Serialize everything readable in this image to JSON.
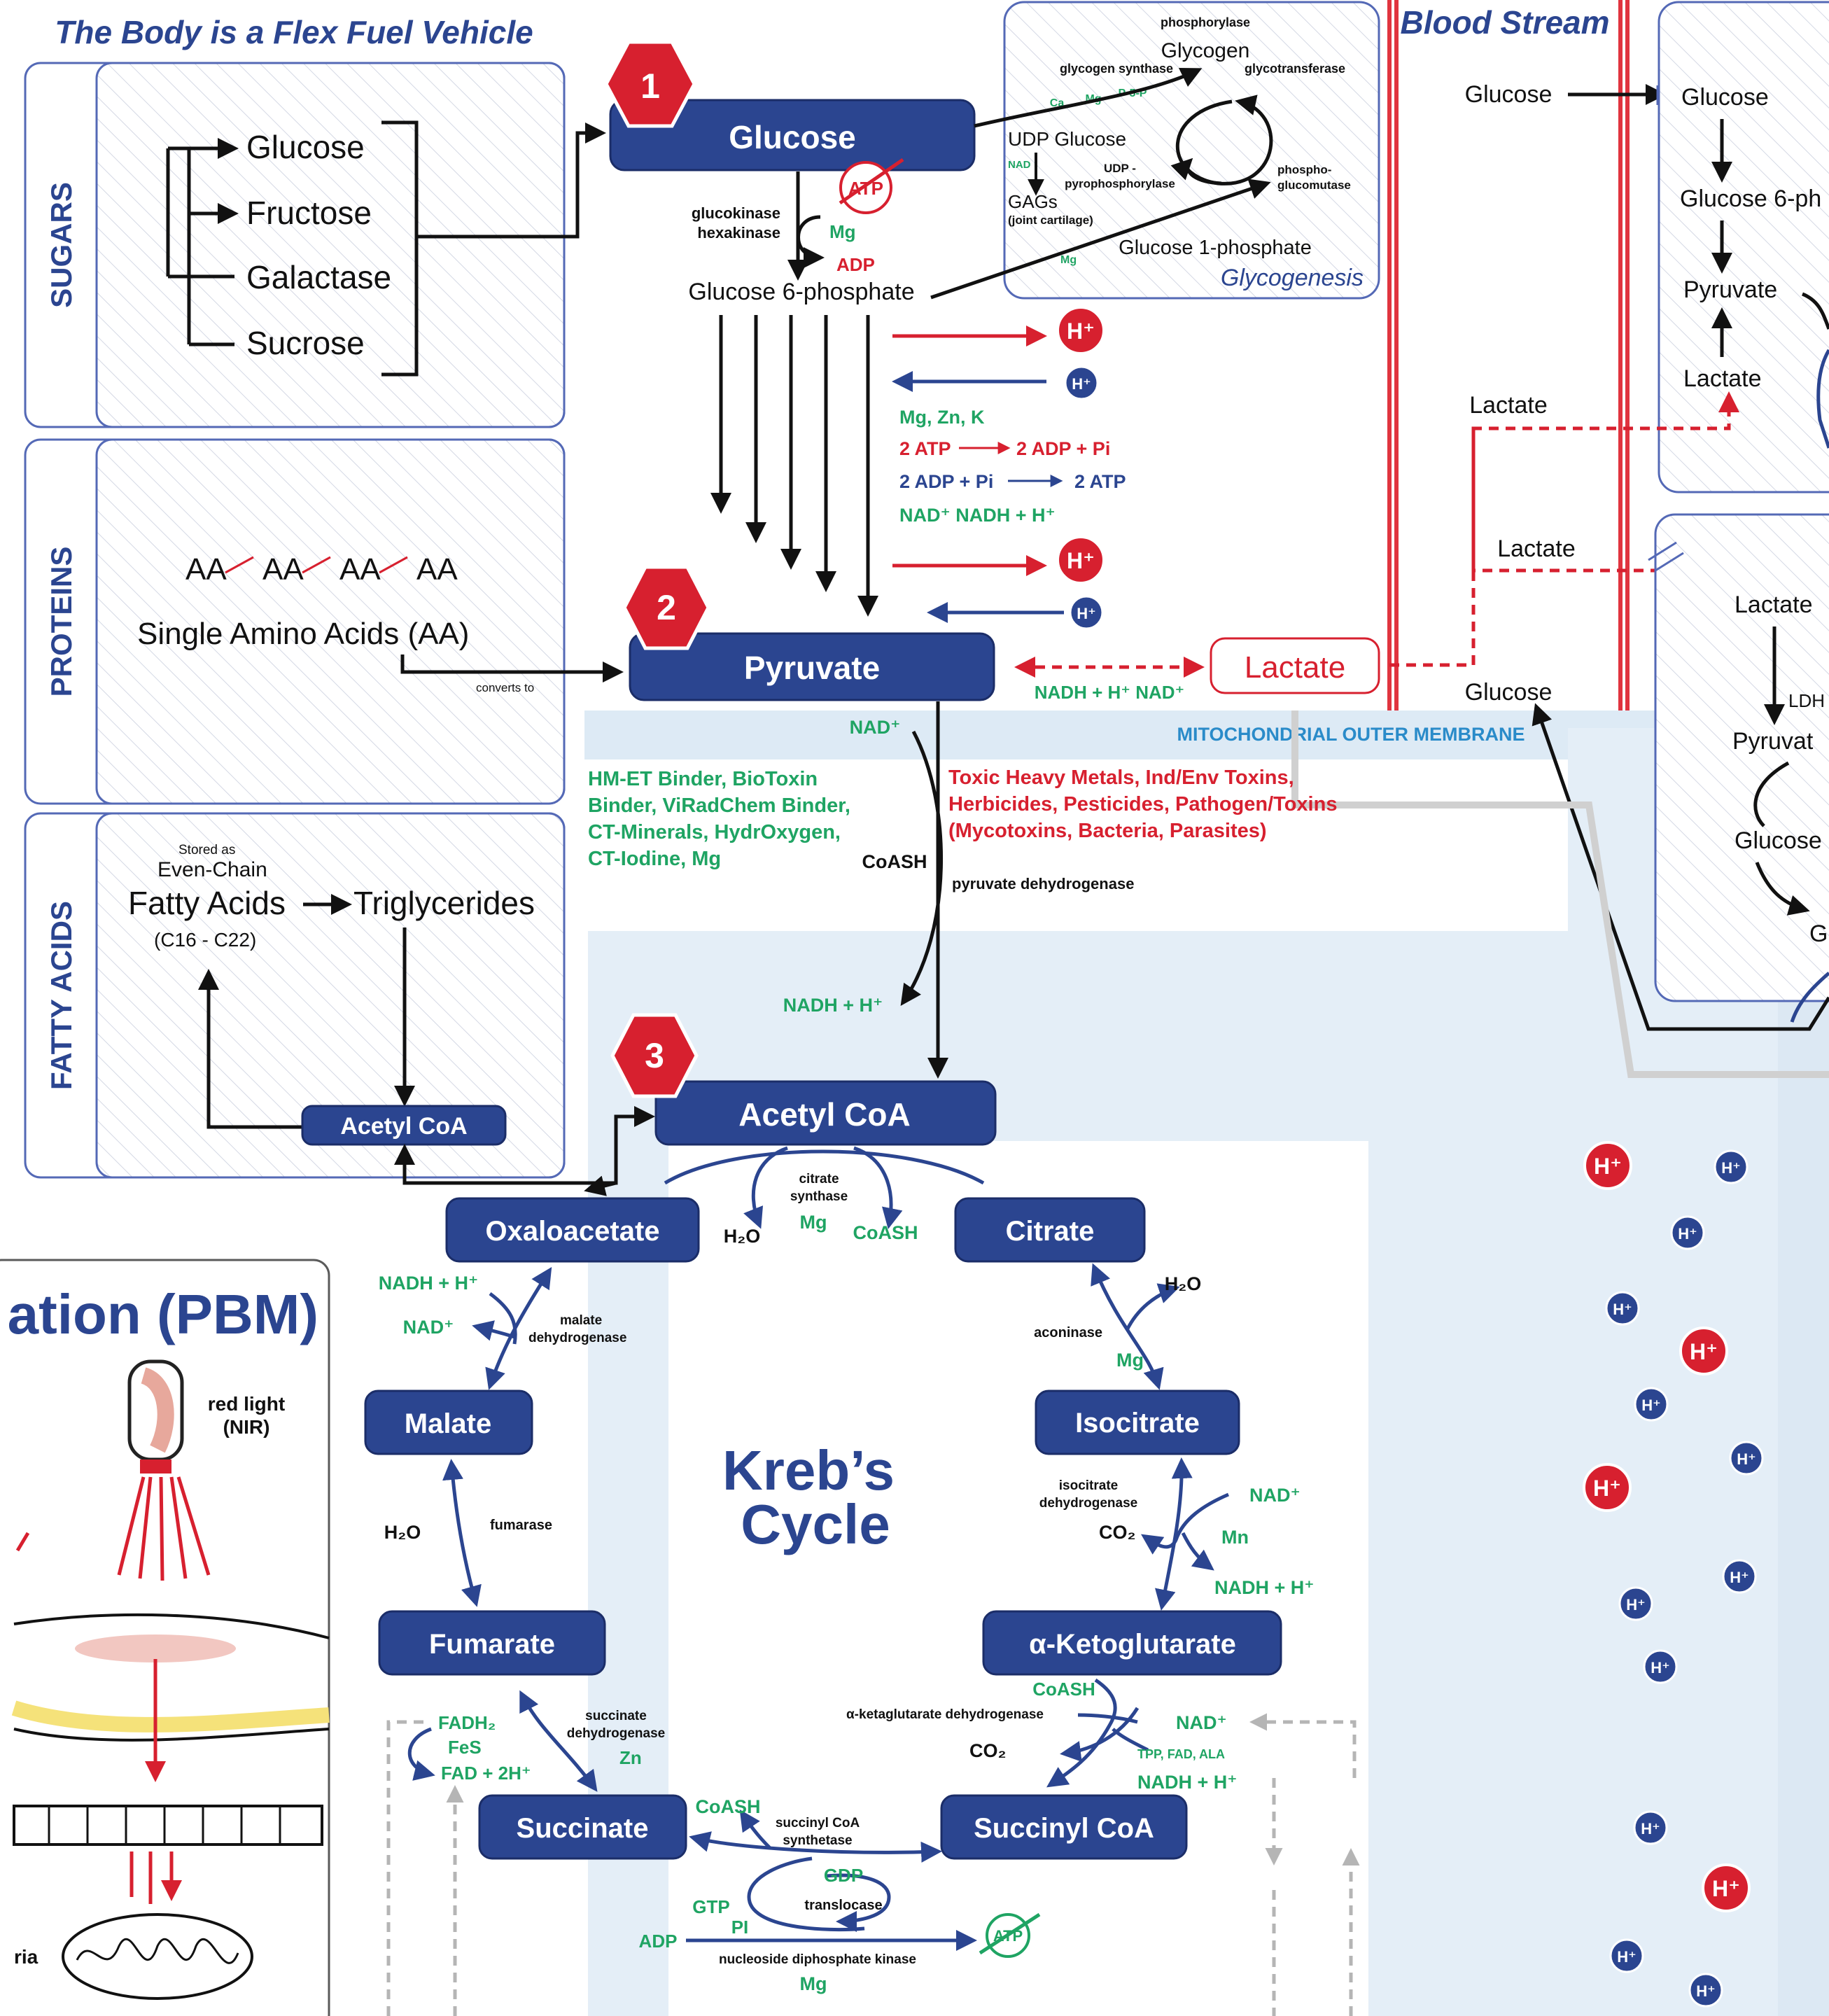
{
  "header": {
    "title": "The Body is a Flex Fuel Vehicle",
    "blood_stream": "Blood Stream",
    "membrane": "MITOCHONDRIAL OUTER MEMBRANE",
    "pbm_title": "ation (PBM)"
  },
  "left_panels": {
    "sugars": {
      "label": "SUGARS",
      "items": [
        "Glucose",
        "Fructose",
        "Galactase",
        "Sucrose"
      ]
    },
    "proteins": {
      "label": "PROTEINS",
      "chain": [
        "AA",
        "AA",
        "AA",
        "AA"
      ],
      "single": "Single Amino Acids (AA)",
      "converts": "converts to"
    },
    "fatty": {
      "label": "FATTY ACIDS",
      "stored": "Stored as",
      "even": "Even-Chain",
      "fatty": "Fatty Acids",
      "trig": "Triglycerides",
      "chain": "(C16 - C22)",
      "acetyl": "Acetyl CoA"
    }
  },
  "steps": {
    "s1": "1",
    "s2": "2",
    "s3": "3",
    "glucose": "Glucose",
    "pyruvate": "Pyruvate",
    "acetyl": "Acetyl CoA",
    "lactate": "Lactate"
  },
  "glycolysis": {
    "atp": "ATP",
    "enzymes1": "glucokinase",
    "enzymes2": "hexakinase",
    "mg": "Mg",
    "adp": "ADP",
    "g6p": "Glucose 6-phosphate",
    "cofactors": "Mg, Zn, K",
    "atp_line_a": "2 ATP",
    "atp_line_b": "2 ADP + Pi",
    "adp_line_a": "2 ADP + Pi",
    "adp_line_b": "2 ATP",
    "nad_line": "NAD⁺  NADH + H⁺",
    "hplus": "H⁺",
    "lact_cof": "NADH + H⁺   NAD⁺"
  },
  "glycogenesis": {
    "phosphorylase": "phosphorylase",
    "glycogen": "Glycogen",
    "glycogen_synthase": "glycogen synthase",
    "glycotransferase": "glycotransferase",
    "ca": "Ca",
    "mg": "Mg",
    "p5p": "P-5-P",
    "udp": "UDP Glucose",
    "nad": "NAD",
    "udp_pyro1": "UDP -",
    "udp_pyro2": "pyrophosphorylase",
    "phosphoglucomutase1": "phospho-",
    "phosphoglucomutase2": "glucomutase",
    "gags": "GAGs",
    "joint": "(joint cartilage)",
    "mg2": "Mg",
    "g1p": "Glucose 1-phosphate",
    "label": "Glycogenesis"
  },
  "pdh": {
    "nad": "NAD⁺",
    "helpers": [
      "HM-ET Binder, BioToxin",
      "Binder, ViRadChem Binder,",
      "CT-Minerals, HydrOxygen,",
      "CT-Iodine, Mg"
    ],
    "toxins": [
      "Toxic Heavy Metals, Ind/Env Toxins,",
      "Herbicides, Pesticides, Pathogen/Toxins",
      "(Mycotoxins, Bacteria, Parasites)"
    ],
    "coash": "CoASH",
    "enzyme": "pyruvate dehydrogenase",
    "nadh": "NADH + H⁺"
  },
  "blood": {
    "glucose_l": "Glucose",
    "glucose_r": "Glucose",
    "g6p_r": "Glucose 6-ph",
    "pyruvate_r": "Pyruvate",
    "lactate_r": "Lactate",
    "lactate1": "Lactate",
    "lactate2": "Lactate",
    "lactate3": "Lactate",
    "glucose_bottom": "Glucose",
    "ldh": "LDH",
    "pyruvat": "Pyruvat",
    "glucose_b2": "Glucose",
    "gl": "Gl"
  },
  "krebs": {
    "title1": "Kreb’s",
    "title2": "Cycle",
    "oxaloacetate": "Oxaloacetate",
    "citrate": "Citrate",
    "isocitrate": "Isocitrate",
    "akg": "α-Ketoglutarate",
    "succinyl": "Succinyl CoA",
    "succinate": "Succinate",
    "fumarate": "Fumarate",
    "malate": "Malate",
    "citrate_synthase1": "citrate",
    "citrate_synthase2": "synthase",
    "h2o": "H₂O",
    "mg": "Mg",
    "coash": "CoASH",
    "aconinase": "aconinase",
    "iso_dh1": "isocitrate",
    "iso_dh2": "dehydrogenase",
    "nad": "NAD⁺",
    "nadh": "NADH + H⁺",
    "co2": "CO₂",
    "mn": "Mn",
    "akg_dh": "α-ketaglutarate dehydrogenase",
    "tpp": "TPP, FAD, ALA",
    "scs1": "succinyl CoA",
    "scs2": "synthetase",
    "gdp": "GDP",
    "gtp": "GTP",
    "pi": "PI",
    "translocase": "translocase",
    "adp": "ADP",
    "ndk": "nucleoside diphosphate kinase",
    "atp": "ATP",
    "sdh1": "succinate",
    "sdh2": "dehydrogenase",
    "fadh": "FADH₂",
    "fes": "FeS",
    "fad": "FAD + 2H⁺",
    "zn": "Zn",
    "fumarase": "fumarase",
    "mdh1": "malate",
    "mdh2": "dehydrogenase"
  },
  "pbm": {
    "red_light": "red light",
    "nir": "(NIR)",
    "ria": "ria"
  }
}
